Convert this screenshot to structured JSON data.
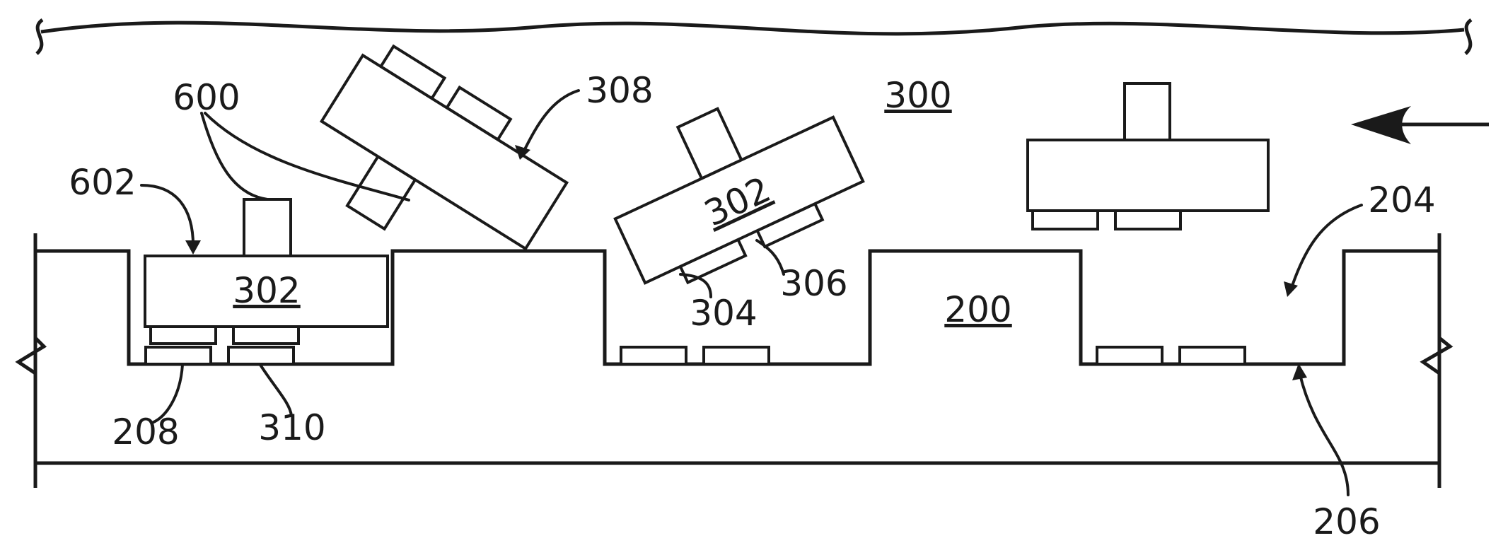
{
  "labels": {
    "l300": "300",
    "l308": "308",
    "l600": "600",
    "l602": "602",
    "l302a": "302",
    "l302b": "302",
    "l306": "306",
    "l304": "304",
    "l200": "200",
    "l204": "204",
    "l208": "208",
    "l310": "310",
    "l206": "206"
  }
}
